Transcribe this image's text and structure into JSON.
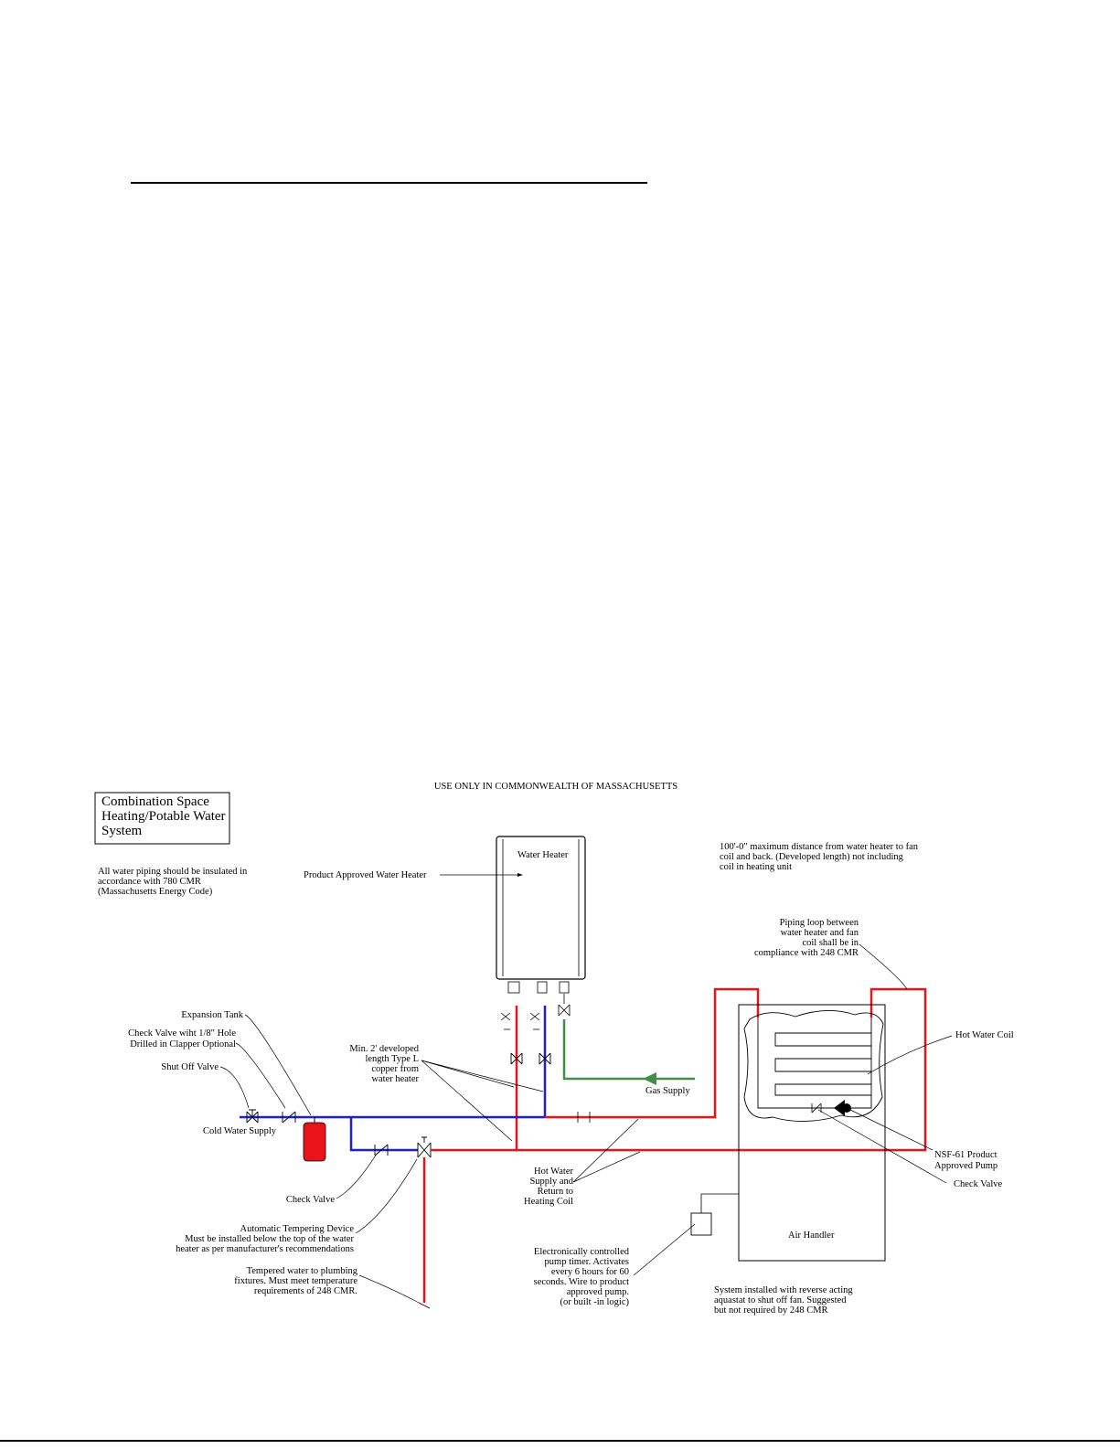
{
  "header": {
    "heading": "USE ONLY IN COMMONWEALTH OF MASSACHUSETTS"
  },
  "title_box": {
    "lines": [
      "Combination Space",
      "Heating/Potable Water",
      "System"
    ]
  },
  "notes": {
    "insulation": [
      "All water piping should be insulated in",
      "accordance with 780 CMR",
      "(Massachusetts Energy Code)"
    ],
    "distance": [
      "100'-0\" maximum distance from water heater to fan",
      "coil and back.  (Developed length) not including",
      "coil in heating unit"
    ],
    "piping_loop": [
      "Piping loop between",
      "water heater and fan",
      "coil shall be in",
      "compliance with 248 CMR"
    ],
    "developed_length": [
      "Min. 2' developed",
      "length Type L",
      "copper from",
      "water heater"
    ],
    "hot_water_supply": [
      "Hot Water",
      "Supply and",
      "Return to",
      "Heating Coil"
    ],
    "tempering": [
      "Automatic Tempering Device",
      "Must be installed below the top of the water",
      "heater as per manufacturer's recommendations"
    ],
    "tempered": [
      "Tempered water to plumbing",
      "fixtures.  Must meet temperature",
      "requirements of 248 CMR."
    ],
    "timer": [
      "Electronically controlled",
      "pump timer.  Activates",
      "every 6 hours for 60",
      "seconds.  Wire to product",
      "approved pump.",
      "(or built -in logic)"
    ],
    "aquastat": [
      "System installed with reverse acting",
      "aquastat to shut off fan.  Suggested",
      "but not required by 248 CMR"
    ],
    "pump": [
      "NSF-61 Product",
      "Approved Pump"
    ]
  },
  "labels": {
    "water_heater": "Water Heater",
    "product_water_heater": "Product Approved Water Heater",
    "expansion_tank": "Expansion Tank",
    "check_valve_hole": [
      "Check Valve wiht 1/8\" Hole",
      "Drilled in Clapper Optional"
    ],
    "shut_off_valve": "Shut Off Valve",
    "cold_water_supply": "Cold Water Supply",
    "check_valve": "Check Valve",
    "gas_supply": "Gas Supply",
    "hot_water_coil": "Hot Water Coil",
    "check_valve_right": "Check Valve",
    "air_handler": "Air Handler"
  },
  "colors": {
    "hot": "#e8141a",
    "cold": "#1f1fd6",
    "gas": "#3f8f45"
  }
}
